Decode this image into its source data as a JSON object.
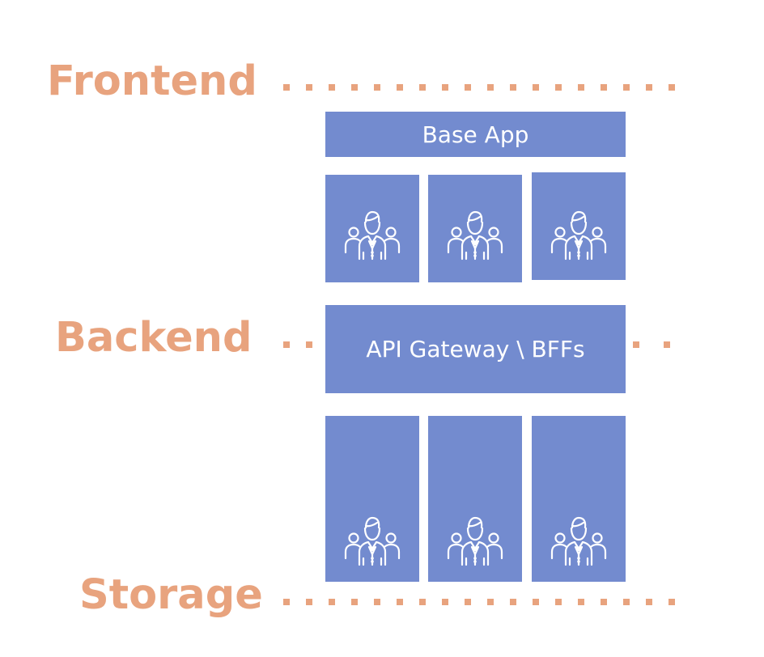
{
  "colors": {
    "label": "#e8a37e",
    "block": "#738bcf",
    "icon": "#ffffff",
    "background": "#ffffff"
  },
  "layers": [
    {
      "id": "frontend",
      "label": "Frontend"
    },
    {
      "id": "backend",
      "label": "Backend"
    },
    {
      "id": "storage",
      "label": "Storage"
    }
  ],
  "blocks": {
    "base_app": "Base App",
    "api_gateway": "API Gateway \\ BFFs"
  },
  "teams": {
    "frontend_count": 3,
    "backend_count": 3,
    "icon": "team-icon"
  }
}
